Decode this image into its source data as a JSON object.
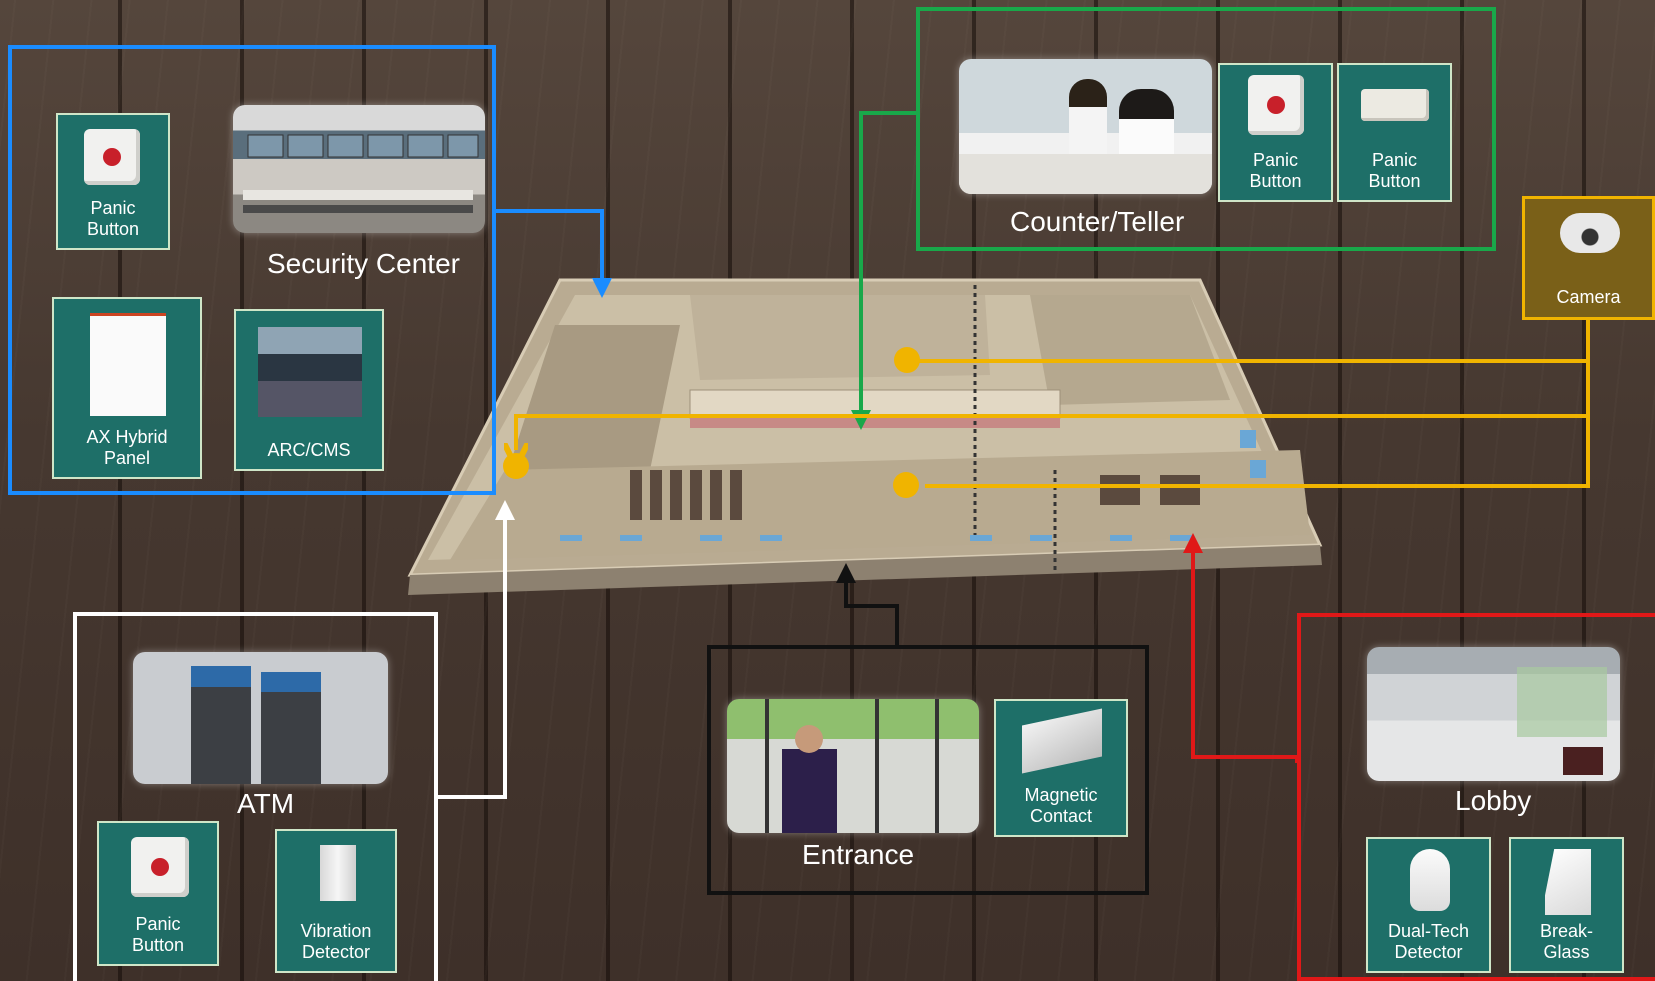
{
  "colors": {
    "security": "#1a8cff",
    "counter": "#19a84a",
    "camera": "#f0b400",
    "atm": "#ffffff",
    "entrance": "#111111",
    "lobby": "#e01818",
    "tile_bg": "#1e6f68"
  },
  "security_center": {
    "title": "Security Center",
    "devices": [
      {
        "label": "Panic\nButton",
        "icon": "panic-button-icon"
      },
      {
        "label": "AX Hybrid\nPanel",
        "icon": "alarm-panel-icon"
      },
      {
        "label": "ARC/CMS",
        "icon": "monitoring-room-icon"
      }
    ]
  },
  "counter_teller": {
    "title": "Counter/Teller",
    "devices": [
      {
        "label": "Panic\nButton",
        "icon": "panic-button-icon"
      },
      {
        "label": "Panic\nButton",
        "icon": "under-desk-panic-button-icon"
      }
    ]
  },
  "camera": {
    "label": "Camera",
    "icon": "dome-camera-icon"
  },
  "atm": {
    "title": "ATM",
    "devices": [
      {
        "label": "Panic\nButton",
        "icon": "panic-button-icon"
      },
      {
        "label": "Vibration\nDetector",
        "icon": "vibration-detector-icon"
      }
    ]
  },
  "entrance": {
    "title": "Entrance",
    "devices": [
      {
        "label": "Magnetic\nContact",
        "icon": "magnetic-contact-icon"
      }
    ]
  },
  "lobby": {
    "title": "Lobby",
    "devices": [
      {
        "label": "Dual-Tech\nDetector",
        "icon": "motion-detector-icon"
      },
      {
        "label": "Break-\nGlass",
        "icon": "glass-break-detector-icon"
      }
    ]
  }
}
